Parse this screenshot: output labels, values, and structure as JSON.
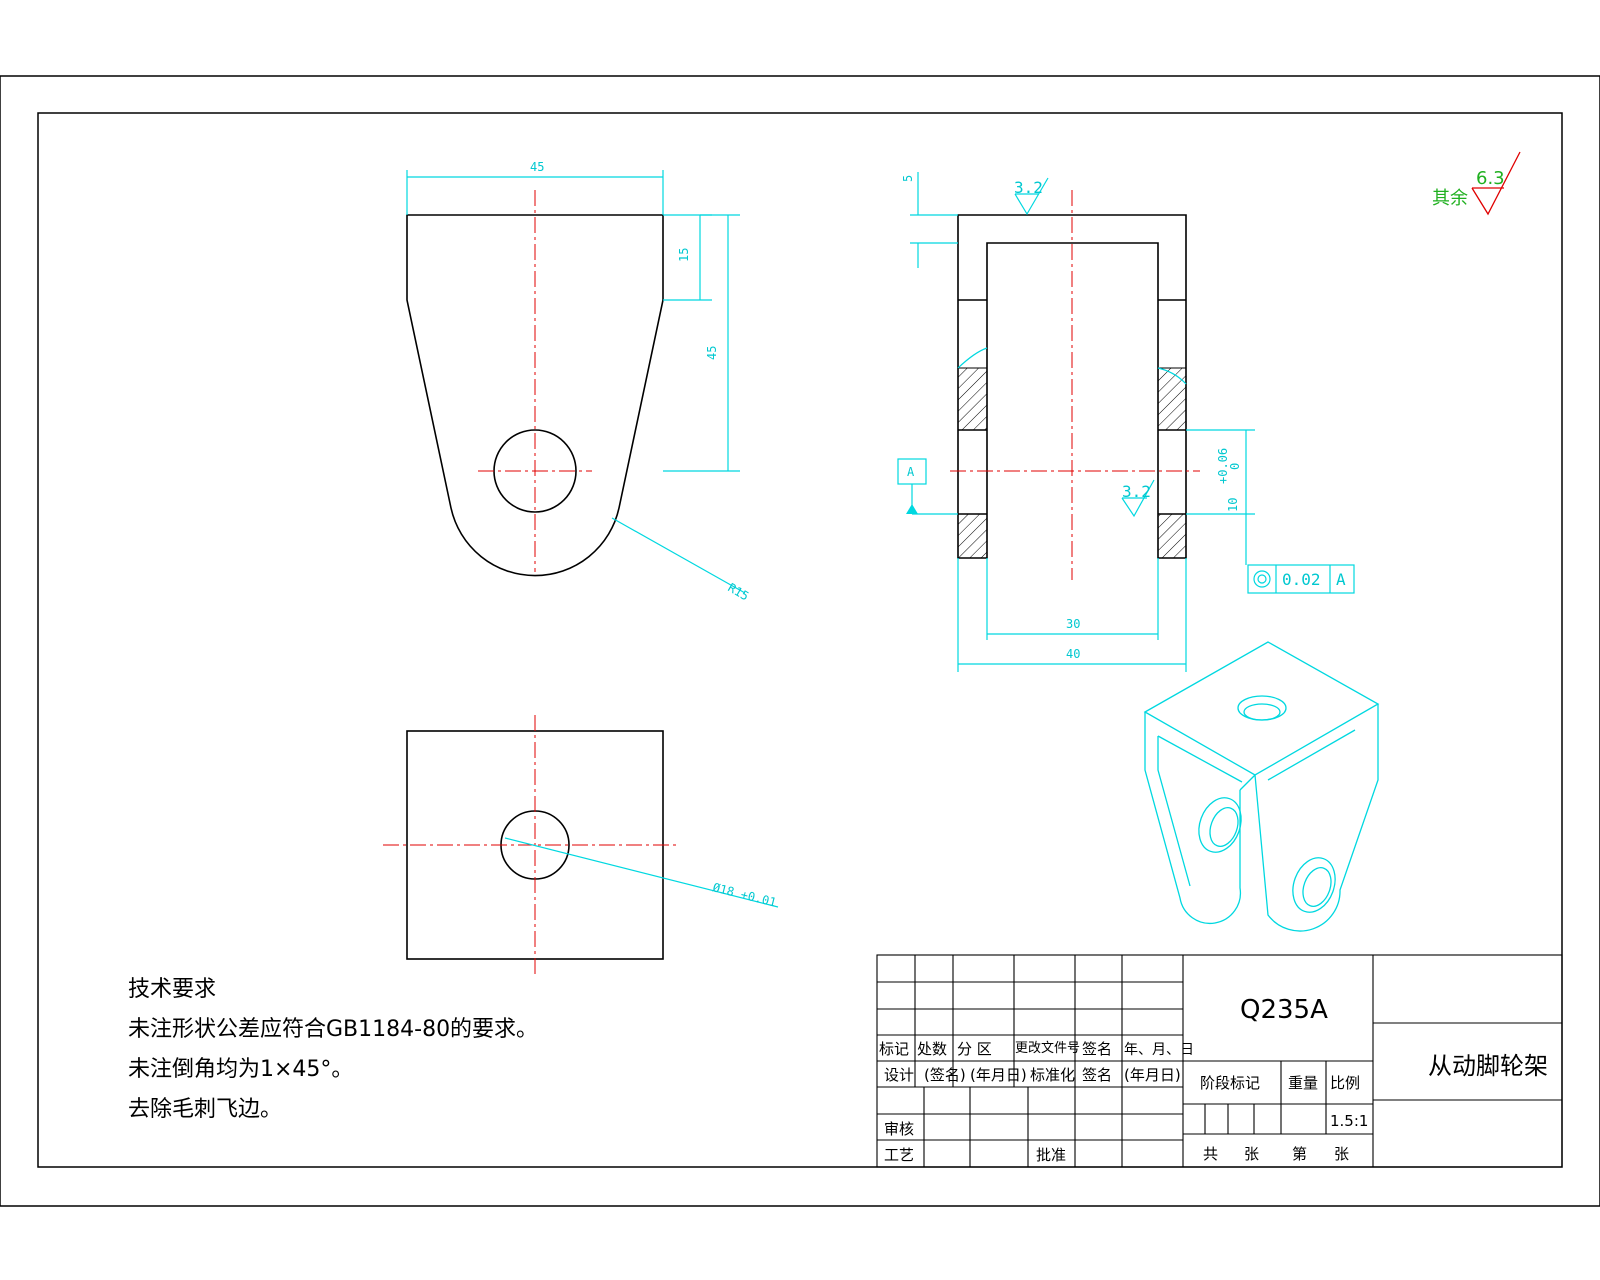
{
  "dims": {
    "top_width": "45",
    "top_small": "15",
    "top_height": "45",
    "radius": "R15",
    "hole_dia": "Ø18 +0.01",
    "right_top": "5",
    "inner_width": "30",
    "outer_width": "40",
    "slot_tol": "+0.06",
    "slot_tol_low": "0",
    "slot_size": "10"
  },
  "roughness": {
    "top": "3.2",
    "inner": "3.2",
    "rest_label": "其余",
    "rest_value": "6.3"
  },
  "datum": {
    "letter": "A",
    "tolerance": "0.02",
    "ref": "A"
  },
  "notes": {
    "title": "技术要求",
    "line1": "未注形状公差应符合GB1184-80的要求。",
    "line2": "未注倒角均为1×45°。",
    "line3": "去除毛刺飞边。"
  },
  "title_block": {
    "material": "Q235A",
    "part_name": "从动脚轮架",
    "h_mark": "标记",
    "h_count": "处数",
    "h_zone": "分 区",
    "h_doc": "更改文件号",
    "h_sign": "签名",
    "h_date": "年、月、日",
    "r_design": "设计",
    "r_signed": "(签名)",
    "r_date": "(年月日)",
    "r_std": "标准化",
    "r_sign2": "签名",
    "r_date2": "(年月日)",
    "r_review": "审核",
    "r_process": "工艺",
    "r_approve": "批准",
    "stage": "阶段标记",
    "weight": "重量",
    "scale_label": "比例",
    "scale": "1.5:1",
    "total": "共",
    "sheets": "张",
    "no": "第",
    "sheet": "张"
  }
}
